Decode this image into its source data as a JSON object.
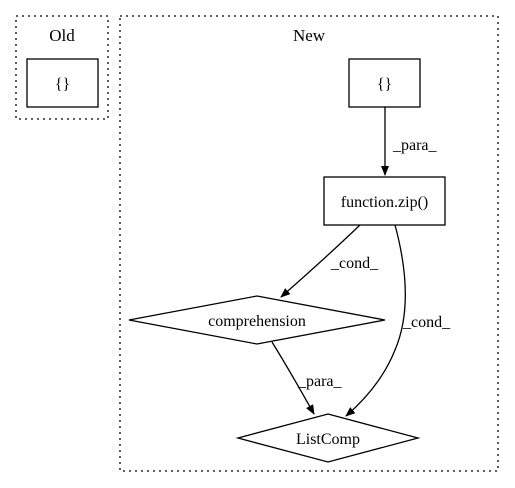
{
  "clusters": {
    "old": {
      "title": "Old"
    },
    "new": {
      "title": "New"
    }
  },
  "nodes": {
    "old_dict": {
      "label": "{}"
    },
    "new_dict": {
      "label": "{}"
    },
    "zip": {
      "label": "function.zip()"
    },
    "comprehension": {
      "label": "comprehension"
    },
    "listcomp": {
      "label": "ListComp"
    }
  },
  "edges": {
    "dict_to_zip": {
      "label": "_para_"
    },
    "zip_to_comprehension": {
      "label": "_cond_"
    },
    "zip_to_listcomp": {
      "label": "_cond_"
    },
    "comprehension_to_listcomp": {
      "label": "_para_"
    }
  },
  "colors": {
    "stroke": "#000000",
    "background": "#ffffff"
  }
}
